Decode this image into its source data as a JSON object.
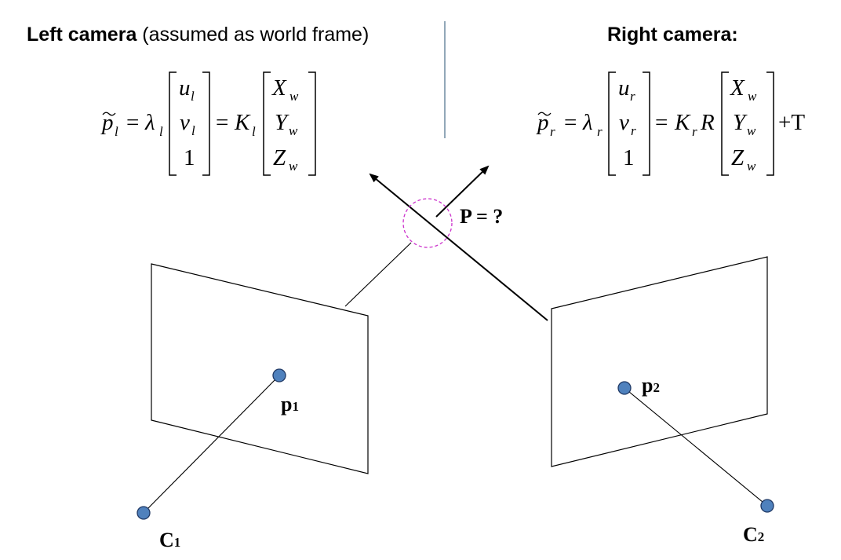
{
  "left_header": {
    "bold": "Left camera",
    "rest": " (assumed as world frame)"
  },
  "right_header": {
    "bold": "Right camera:"
  },
  "left_equation": {
    "lhs_symbol": "p",
    "lhs_sub": "l",
    "equals": "=",
    "lambda": "λ",
    "lambda_sub": "l",
    "vec_u": "u",
    "vec_u_sub": "l",
    "vec_v": "v",
    "vec_v_sub": "l",
    "vec_one": "1",
    "K": "K",
    "K_sub": "l",
    "X": "X",
    "X_sub": "w",
    "Y": "Y",
    "Y_sub": "w",
    "Z": "Z",
    "Z_sub": "w"
  },
  "right_equation": {
    "lhs_symbol": "p",
    "lhs_sub": "r",
    "equals": "=",
    "lambda": "λ",
    "lambda_sub": "r",
    "vec_u": "u",
    "vec_u_sub": "r",
    "vec_v": "v",
    "vec_v_sub": "r",
    "vec_one": "1",
    "K": "K",
    "K_sub": "r",
    "R": "R",
    "X": "X",
    "X_sub": "w",
    "Y": "Y",
    "Y_sub": "w",
    "Z": "Z",
    "Z_sub": "w",
    "plus_T": "+T"
  },
  "point_label": "P = ?",
  "p1": {
    "main": "p",
    "sub": "1"
  },
  "p2": {
    "main": "p",
    "sub": "2"
  },
  "c1": {
    "main": "C",
    "sub": "1"
  },
  "c2": {
    "main": "C",
    "sub": "2"
  },
  "colors": {
    "point_fill": "#4F81BD",
    "point_stroke": "#1F3864",
    "circle": "#CC33CC",
    "divider": "#4A6E8A"
  }
}
